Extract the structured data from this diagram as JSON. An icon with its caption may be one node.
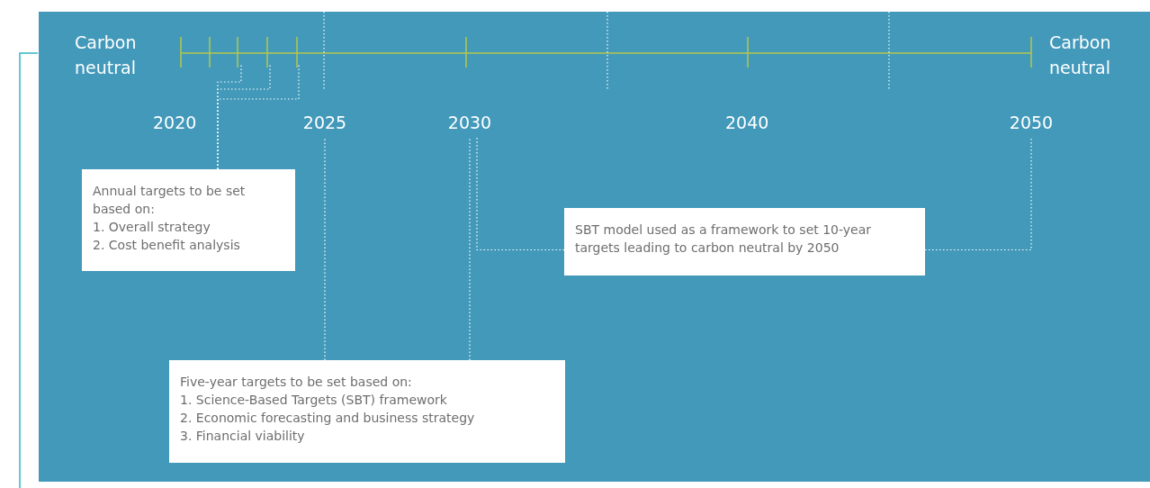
{
  "diagram": {
    "nodes": [
      {
        "text": [
          "Annual targets to be set based on:",
          "1.  Overall strategy",
          "2.  Cost benefit analysis"
        ]
      },
      {
        "text": [
          "Five-year targets to be set based on:",
          "1.  Science-Based Targets (SBT) framework",
          "2.  Economic forecasting and business strategy",
          "3.  Financial viability"
        ]
      },
      {
        "text": [
          "SBT model used as a framework to set 10-year targets leading to carbon neutral by 2050"
        ]
      },
      {
        "text": [
          "2025"
        ]
      },
      {
        "text": [
          "2030"
        ]
      },
      {
        "text": [
          "2050"
        ]
      }
    ],
    "edges": [
      {
        "from": 0,
        "to": null,
        "arrow": "none",
        "style": "dashed"
      },
      {
        "from": 0,
        "to": null,
        "arrow": "none",
        "style": "dashed"
      },
      {
        "from": 0,
        "to": null,
        "arrow": "none",
        "style": "dashed"
      },
      {
        "from": 1,
        "to": 3,
        "arrow": "none",
        "style": "dashed"
      },
      {
        "from": 1,
        "to": 4,
        "arrow": "none",
        "style": "dashed"
      },
      {
        "from": 2,
        "to": 4,
        "arrow": "none",
        "style": "dashed"
      },
      {
        "from": 2,
        "to": 5,
        "arrow": "none",
        "style": "dashed"
      }
    ],
    "labels": [
      "Carbon neutral",
      "Carbon neutral",
      "2020",
      "2040"
    ]
  }
}
